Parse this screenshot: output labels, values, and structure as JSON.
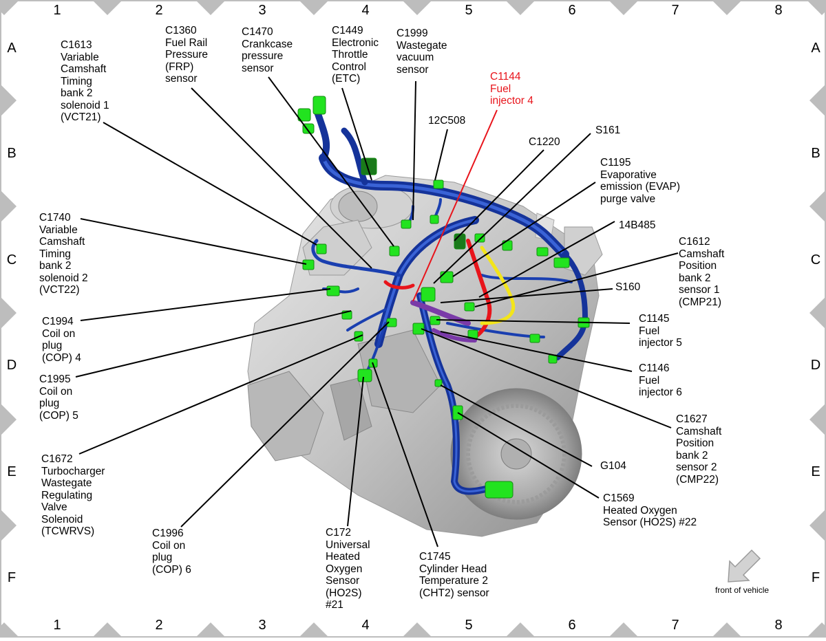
{
  "grid": {
    "columns": [
      "1",
      "2",
      "3",
      "4",
      "5",
      "6",
      "7",
      "8"
    ],
    "rows": [
      "A",
      "B",
      "C",
      "D",
      "E",
      "F"
    ]
  },
  "callouts": [
    {
      "id": "c1613",
      "lines": [
        "C1613",
        "Variable",
        "Camshaft",
        "Timing",
        "bank 2",
        "solenoid 1",
        "(VCT21)"
      ]
    },
    {
      "id": "c1360",
      "lines": [
        "C1360",
        "Fuel Rail",
        "Pressure",
        "(FRP)",
        "sensor"
      ]
    },
    {
      "id": "c1470",
      "lines": [
        "C1470",
        "Crankcase",
        "pressure",
        "sensor"
      ]
    },
    {
      "id": "c1449",
      "lines": [
        "C1449",
        "Electronic",
        "Throttle",
        "Control",
        "(ETC)"
      ]
    },
    {
      "id": "c1999",
      "lines": [
        "C1999",
        "Wastegate",
        "vacuum",
        "sensor"
      ]
    },
    {
      "id": "c1144",
      "lines": [
        "C1144",
        "Fuel",
        "injector 4"
      ],
      "color": "#e8141b"
    },
    {
      "id": "c12c508",
      "lines": [
        "12C508"
      ]
    },
    {
      "id": "c1220",
      "lines": [
        "C1220"
      ]
    },
    {
      "id": "s161",
      "lines": [
        "S161"
      ]
    },
    {
      "id": "c1195",
      "lines": [
        "C1195",
        "Evaporative",
        "emission (EVAP)",
        "purge valve"
      ]
    },
    {
      "id": "c14b485",
      "lines": [
        "14B485"
      ]
    },
    {
      "id": "c1612",
      "lines": [
        "C1612",
        "Camshaft",
        "Position",
        "bank 2",
        "sensor 1",
        "(CMP21)"
      ]
    },
    {
      "id": "s160",
      "lines": [
        "S160"
      ]
    },
    {
      "id": "c1145",
      "lines": [
        "C1145",
        "Fuel",
        "injector 5"
      ]
    },
    {
      "id": "c1146",
      "lines": [
        "C1146",
        "Fuel",
        "injector 6"
      ]
    },
    {
      "id": "c1627",
      "lines": [
        "C1627",
        "Camshaft",
        "Position",
        "bank 2",
        "sensor 2",
        "(CMP22)"
      ]
    },
    {
      "id": "g104",
      "lines": [
        "G104"
      ]
    },
    {
      "id": "c1569",
      "lines": [
        "C1569",
        "Heated Oxygen",
        "Sensor (HO2S) #22"
      ]
    },
    {
      "id": "c1740",
      "lines": [
        "C1740",
        "Variable",
        "Camshaft",
        "Timing",
        "bank 2",
        "solenoid 2",
        "(VCT22)"
      ]
    },
    {
      "id": "c1994",
      "lines": [
        "C1994",
        "Coil on",
        "plug",
        "(COP) 4"
      ]
    },
    {
      "id": "c1995",
      "lines": [
        "C1995",
        "Coil on",
        "plug",
        "(COP) 5"
      ]
    },
    {
      "id": "c1672",
      "lines": [
        "C1672",
        "Turbocharger",
        "Wastegate",
        "Regulating",
        "Valve",
        "Solenoid",
        "(TCWRVS)"
      ]
    },
    {
      "id": "c1996",
      "lines": [
        "C1996",
        "Coil on",
        "plug",
        "(COP) 6"
      ]
    },
    {
      "id": "c172",
      "lines": [
        "C172",
        "Universal",
        "Heated",
        "Oxygen",
        "Sensor",
        "(HO2S)",
        "#21"
      ]
    },
    {
      "id": "c1745",
      "lines": [
        "C1745",
        "Cylinder Head",
        "Temperature 2",
        "(CHT2) sensor"
      ]
    }
  ],
  "orientation": {
    "caption": "front of vehicle"
  },
  "colors": {
    "connector": "#22e31f",
    "connector_dark": "#1a7a1a",
    "harness": "#1a3fb0",
    "harness_light": "#3a63d6",
    "highlight_red": "#e8141b",
    "wire_yellow": "#f3e51a",
    "wire_purple": "#7a3aa8",
    "engine": "#c9c9c9",
    "border_tab": "#bdbdbd"
  }
}
